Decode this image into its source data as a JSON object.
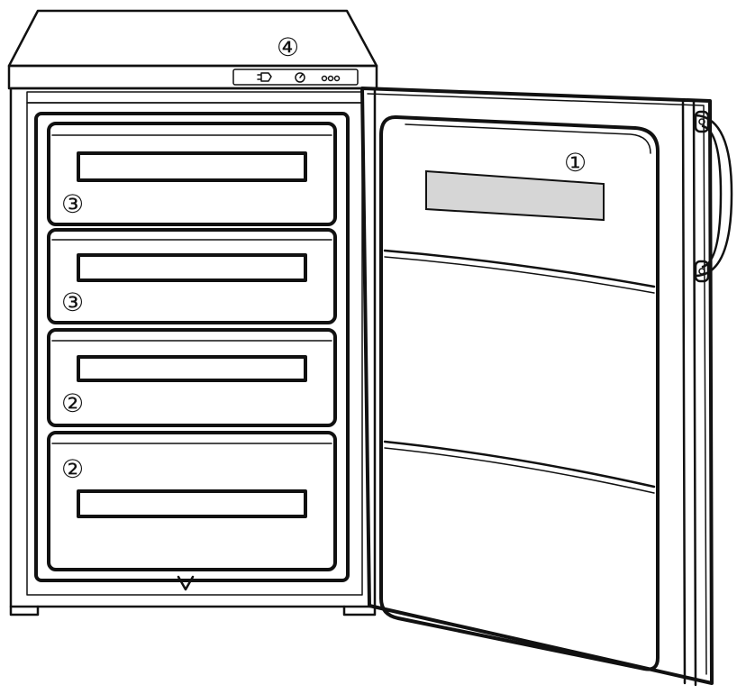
{
  "diagram": {
    "callouts": {
      "door_shelf": "①",
      "drawer_upper": "③",
      "drawer_second": "③",
      "drawer_third": "②",
      "drawer_bottom": "②",
      "control_panel": "④"
    },
    "colors": {
      "line": "#111111",
      "background": "#ffffff",
      "door_label_fill": "#d6d6d6"
    },
    "control_icons": [
      "lamp-icon",
      "thermostat-dial-icon",
      "indicator-lights-icon"
    ]
  }
}
